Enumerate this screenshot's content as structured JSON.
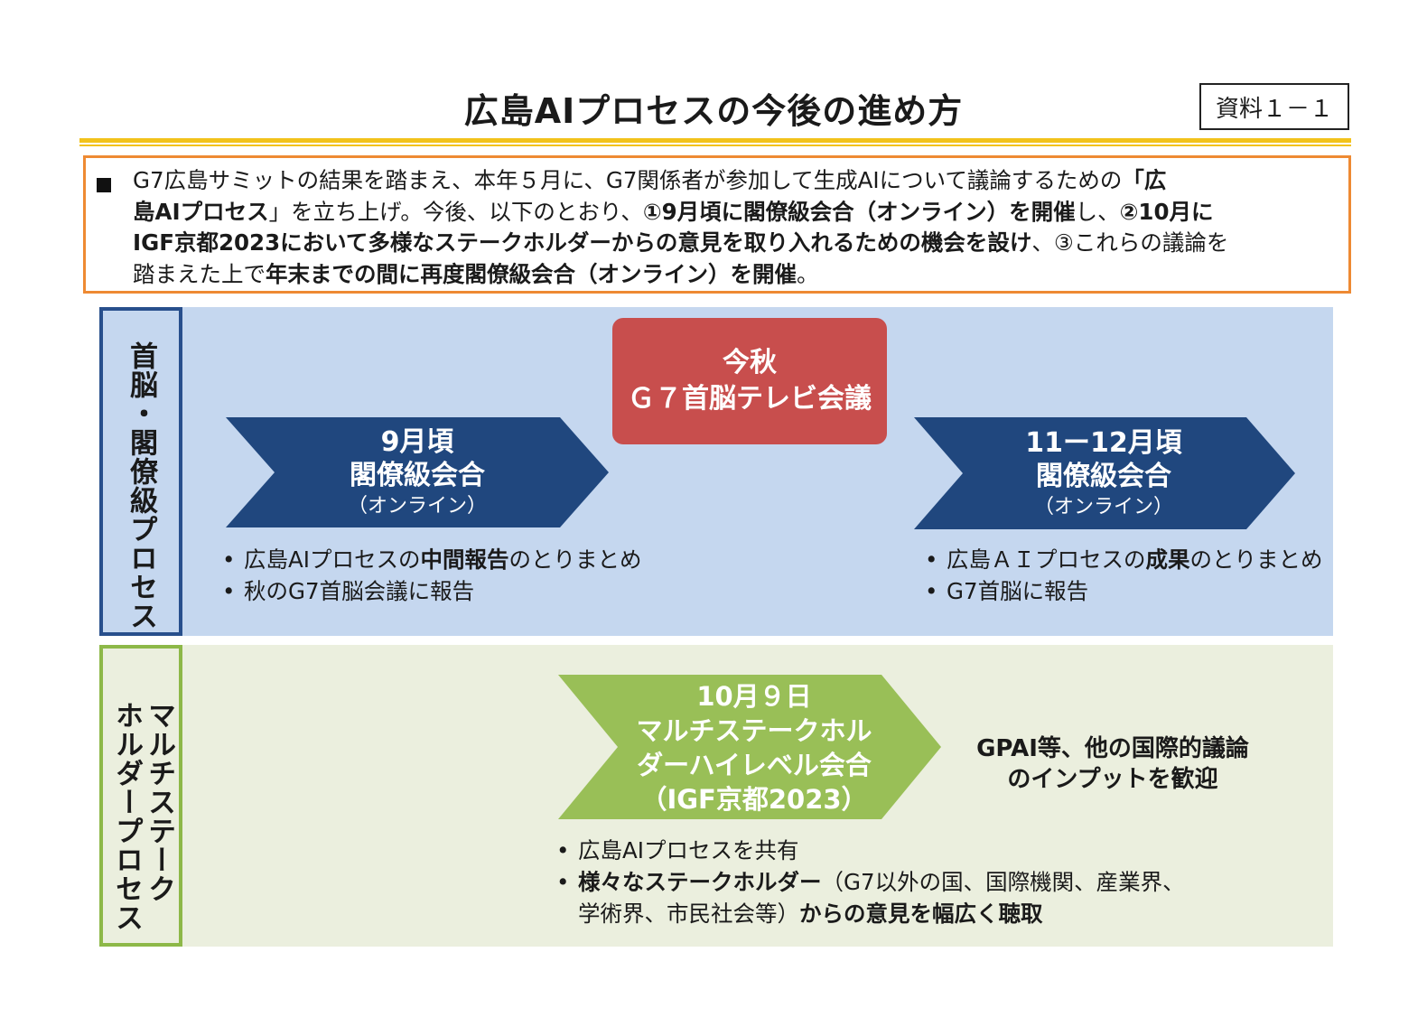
{
  "header": {
    "title": "広島AIプロセスの今後の進め方",
    "ref_label": "資料１－１"
  },
  "summary": {
    "bullet_icon": "black-square",
    "line1": {
      "pre": "G7広島サミットの結果を踏まえ、本年５月に、G7関係者が参加して生成AIについて議論するための",
      "bold": "「広"
    },
    "line2": {
      "bold1": "島AIプロセス",
      "mid": "」を立ち上げ。今後、以下のとおり、",
      "bold2": "①9月頃に閣僚級会合（オンライン）を開催",
      "mid2": "し、",
      "bold3": "②10月に"
    },
    "line3": {
      "bold": "IGF京都2023において多様なステークホルダーからの意見を取り入れるための機会を設け",
      "post": "、③これらの議論を"
    },
    "line4": {
      "pre": "踏まえた上で",
      "bold": "年末までの間に再度閣僚級会合（オンライン）を開催",
      "post": "。"
    }
  },
  "lanes": {
    "leaders": {
      "label": "首脳・閣僚級プロセス",
      "color": "#284f8c"
    },
    "multistakeholder": {
      "label_line1": "マルチステーク",
      "label_line2": "ホルダープロセス",
      "color": "#8db848"
    }
  },
  "events": {
    "sep": {
      "title": "9月頃",
      "subtitle": "閣僚級会合",
      "note": "（オンライン）"
    },
    "autumn": {
      "line1": "今秋",
      "line2": "Ｇ７首脳テレビ会議"
    },
    "novdec": {
      "title": "11ー12月頃",
      "subtitle": "閣僚級会合",
      "note": "（オンライン）"
    },
    "igf": {
      "line1": "10月９日",
      "line2": "マルチステークホル",
      "line3": "ダーハイレベル会合",
      "line4": "（IGF京都2023）"
    }
  },
  "sep_bullets": {
    "b1_pre": "広島AIプロセスの",
    "b1_bold": "中間報告",
    "b1_post": "のとりまとめ",
    "b2": "秋のG7首脳会議に報告"
  },
  "novdec_bullets": {
    "b1_pre": "広島ＡＩプロセスの",
    "b1_bold": "成果",
    "b1_post": "のとりまとめ",
    "b2": "G7首脳に報告"
  },
  "igf_bullets": {
    "b1": "広島AIプロセスを共有",
    "b2_bold": "様々なステークホルダー",
    "b2_post": "（G7以外の国、国際機関、産業界、",
    "b3_pre": "学術界、市民社会等）",
    "b3_bold": "からの意見を幅広く聴取"
  },
  "gpai": {
    "line1": "GPAI等、他の国際的議論",
    "line2": "のインプットを歓迎"
  },
  "colors": {
    "chevron_blue": "#20477e",
    "chevron_green": "#99bf57",
    "red_box": "#c84e4d",
    "summary_border": "#ee8a33",
    "title_rule": "#f2c21b"
  }
}
